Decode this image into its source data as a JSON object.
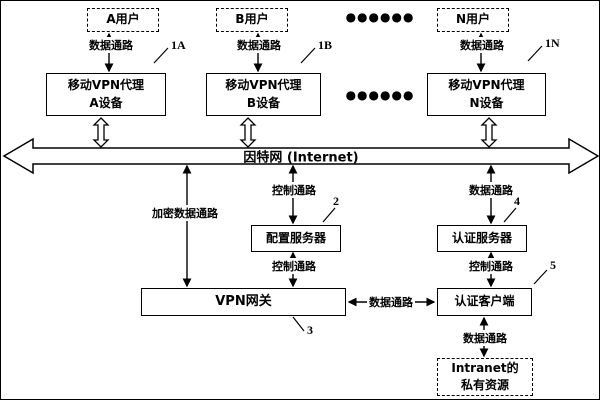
{
  "figure": {
    "users": {
      "a": "A用户",
      "b": "B用户",
      "n": "N用户"
    },
    "proxies": {
      "common_line": "移动VPN代理",
      "a_line2": "A设备",
      "b_line2": "B设备",
      "n_line2": "N设备"
    },
    "refs": {
      "proxy_a": "1A",
      "proxy_b": "1B",
      "proxy_n": "1N",
      "config_server": "2",
      "vpn_gateway": "3",
      "auth_server": "4",
      "auth_client": "5"
    },
    "internet_label": "因特网 (Internet)",
    "nodes": {
      "config_server": "配置服务器",
      "auth_server": "认证服务器",
      "vpn_gateway": "VPN网关",
      "auth_client": "认证客户端"
    },
    "intranet": {
      "line1": "Intranet的",
      "line2": "私有资源"
    },
    "paths": {
      "data": "数据通路",
      "control": "控制通路",
      "encrypted": "加密数据通路"
    },
    "ellipsis": "●●●●●●"
  }
}
